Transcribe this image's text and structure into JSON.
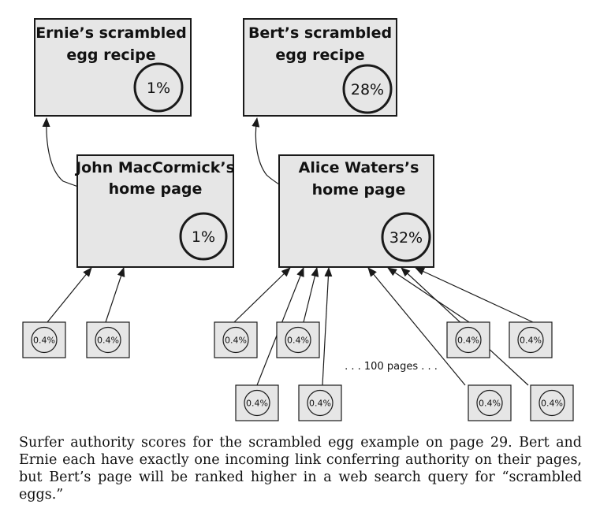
{
  "pages": {
    "ernie": {
      "title_lines": [
        "Ernie’s scrambled",
        "egg recipe"
      ],
      "score": "1%"
    },
    "bert": {
      "title_lines": [
        "Bert’s scrambled",
        "egg recipe"
      ],
      "score": "28%"
    },
    "john": {
      "title_lines": [
        "John MacCormick’s",
        "home page"
      ],
      "score": "1%"
    },
    "alice": {
      "title_lines": [
        "Alice Waters’s",
        "home page"
      ],
      "score": "32%"
    }
  },
  "small_pages": {
    "score": "0.4%",
    "john_linkers": 2,
    "alice_linkers_shown": 8
  },
  "ellipsis_note": ". . . 100 pages . . .",
  "caption": "Surfer authority scores for the scrambled egg example on page 29. Bert and Ernie each have exactly one incoming link conferring authority on their pages, but Bert’s page will be ranked higher in a web search query for “scrambled eggs.”"
}
